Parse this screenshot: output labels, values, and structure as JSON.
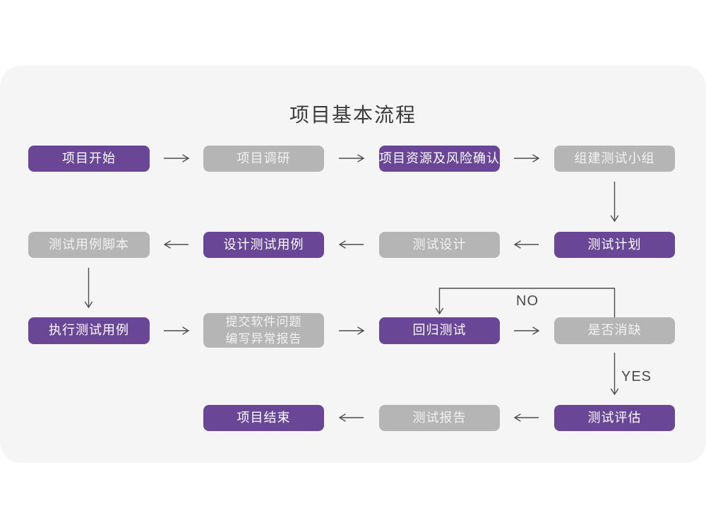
{
  "title": "项目基本流程",
  "colors": {
    "page_bg": "#ffffff",
    "card_bg": "#f5f5f6",
    "node_purple": "#6a4696",
    "node_gray": "#b5b5b5",
    "node_text": "#ffffff",
    "arrow": "#4c4c4c",
    "title_text": "#3b3b3b"
  },
  "nodes": [
    {
      "id": "project-start",
      "label": "项目开始",
      "variant": "purple"
    },
    {
      "id": "project-research",
      "label": "项目调研",
      "variant": "gray"
    },
    {
      "id": "project-resources-risk",
      "label": "项目资源及风险确认",
      "variant": "purple"
    },
    {
      "id": "form-test-team",
      "label": "组建测试小组",
      "variant": "gray"
    },
    {
      "id": "test-plan",
      "label": "测试计划",
      "variant": "purple"
    },
    {
      "id": "test-design",
      "label": "测试设计",
      "variant": "gray"
    },
    {
      "id": "design-test-cases",
      "label": "设计测试用例",
      "variant": "purple"
    },
    {
      "id": "test-case-script",
      "label": "测试用例脚本",
      "variant": "gray"
    },
    {
      "id": "execute-test-cases",
      "label": "执行测试用例",
      "variant": "purple"
    },
    {
      "id": "submit-issue-report",
      "label": "提交软件问题\n编写异常报告",
      "variant": "gray"
    },
    {
      "id": "regression-test",
      "label": "回归测试",
      "variant": "purple"
    },
    {
      "id": "defect-cleared",
      "label": "是否消缺",
      "variant": "gray"
    },
    {
      "id": "test-evaluation",
      "label": "测试评估",
      "variant": "purple"
    },
    {
      "id": "test-report",
      "label": "测试报告",
      "variant": "gray"
    },
    {
      "id": "project-end",
      "label": "项目结束",
      "variant": "purple"
    }
  ],
  "edges": [
    {
      "from": "project-start",
      "to": "project-research"
    },
    {
      "from": "project-research",
      "to": "project-resources-risk"
    },
    {
      "from": "project-resources-risk",
      "to": "form-test-team"
    },
    {
      "from": "form-test-team",
      "to": "test-plan"
    },
    {
      "from": "test-plan",
      "to": "test-design"
    },
    {
      "from": "test-design",
      "to": "design-test-cases"
    },
    {
      "from": "design-test-cases",
      "to": "test-case-script"
    },
    {
      "from": "test-case-script",
      "to": "execute-test-cases"
    },
    {
      "from": "execute-test-cases",
      "to": "submit-issue-report"
    },
    {
      "from": "submit-issue-report",
      "to": "regression-test"
    },
    {
      "from": "regression-test",
      "to": "defect-cleared"
    },
    {
      "from": "defect-cleared",
      "to": "regression-test",
      "label": "NO"
    },
    {
      "from": "defect-cleared",
      "to": "test-evaluation",
      "label": "YES"
    },
    {
      "from": "test-evaluation",
      "to": "test-report"
    },
    {
      "from": "test-report",
      "to": "project-end"
    }
  ]
}
